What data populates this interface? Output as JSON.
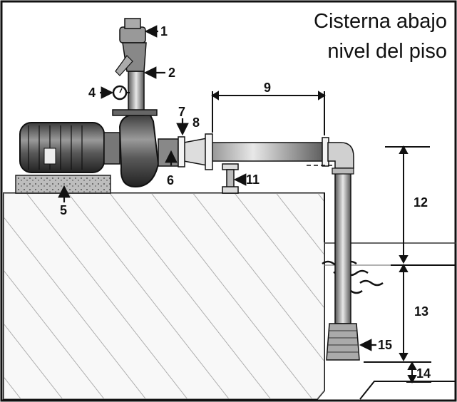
{
  "title": {
    "line1": "Cisterna abajo",
    "line2": "nivel del piso"
  },
  "callouts": {
    "c1": "1",
    "c2": "2",
    "c4": "4",
    "c5": "5",
    "c6": "6",
    "c7": "7",
    "c8": "8",
    "c9": "9",
    "c11": "11",
    "c12": "12",
    "c13": "13",
    "c14": "14",
    "c15": "15"
  }
}
